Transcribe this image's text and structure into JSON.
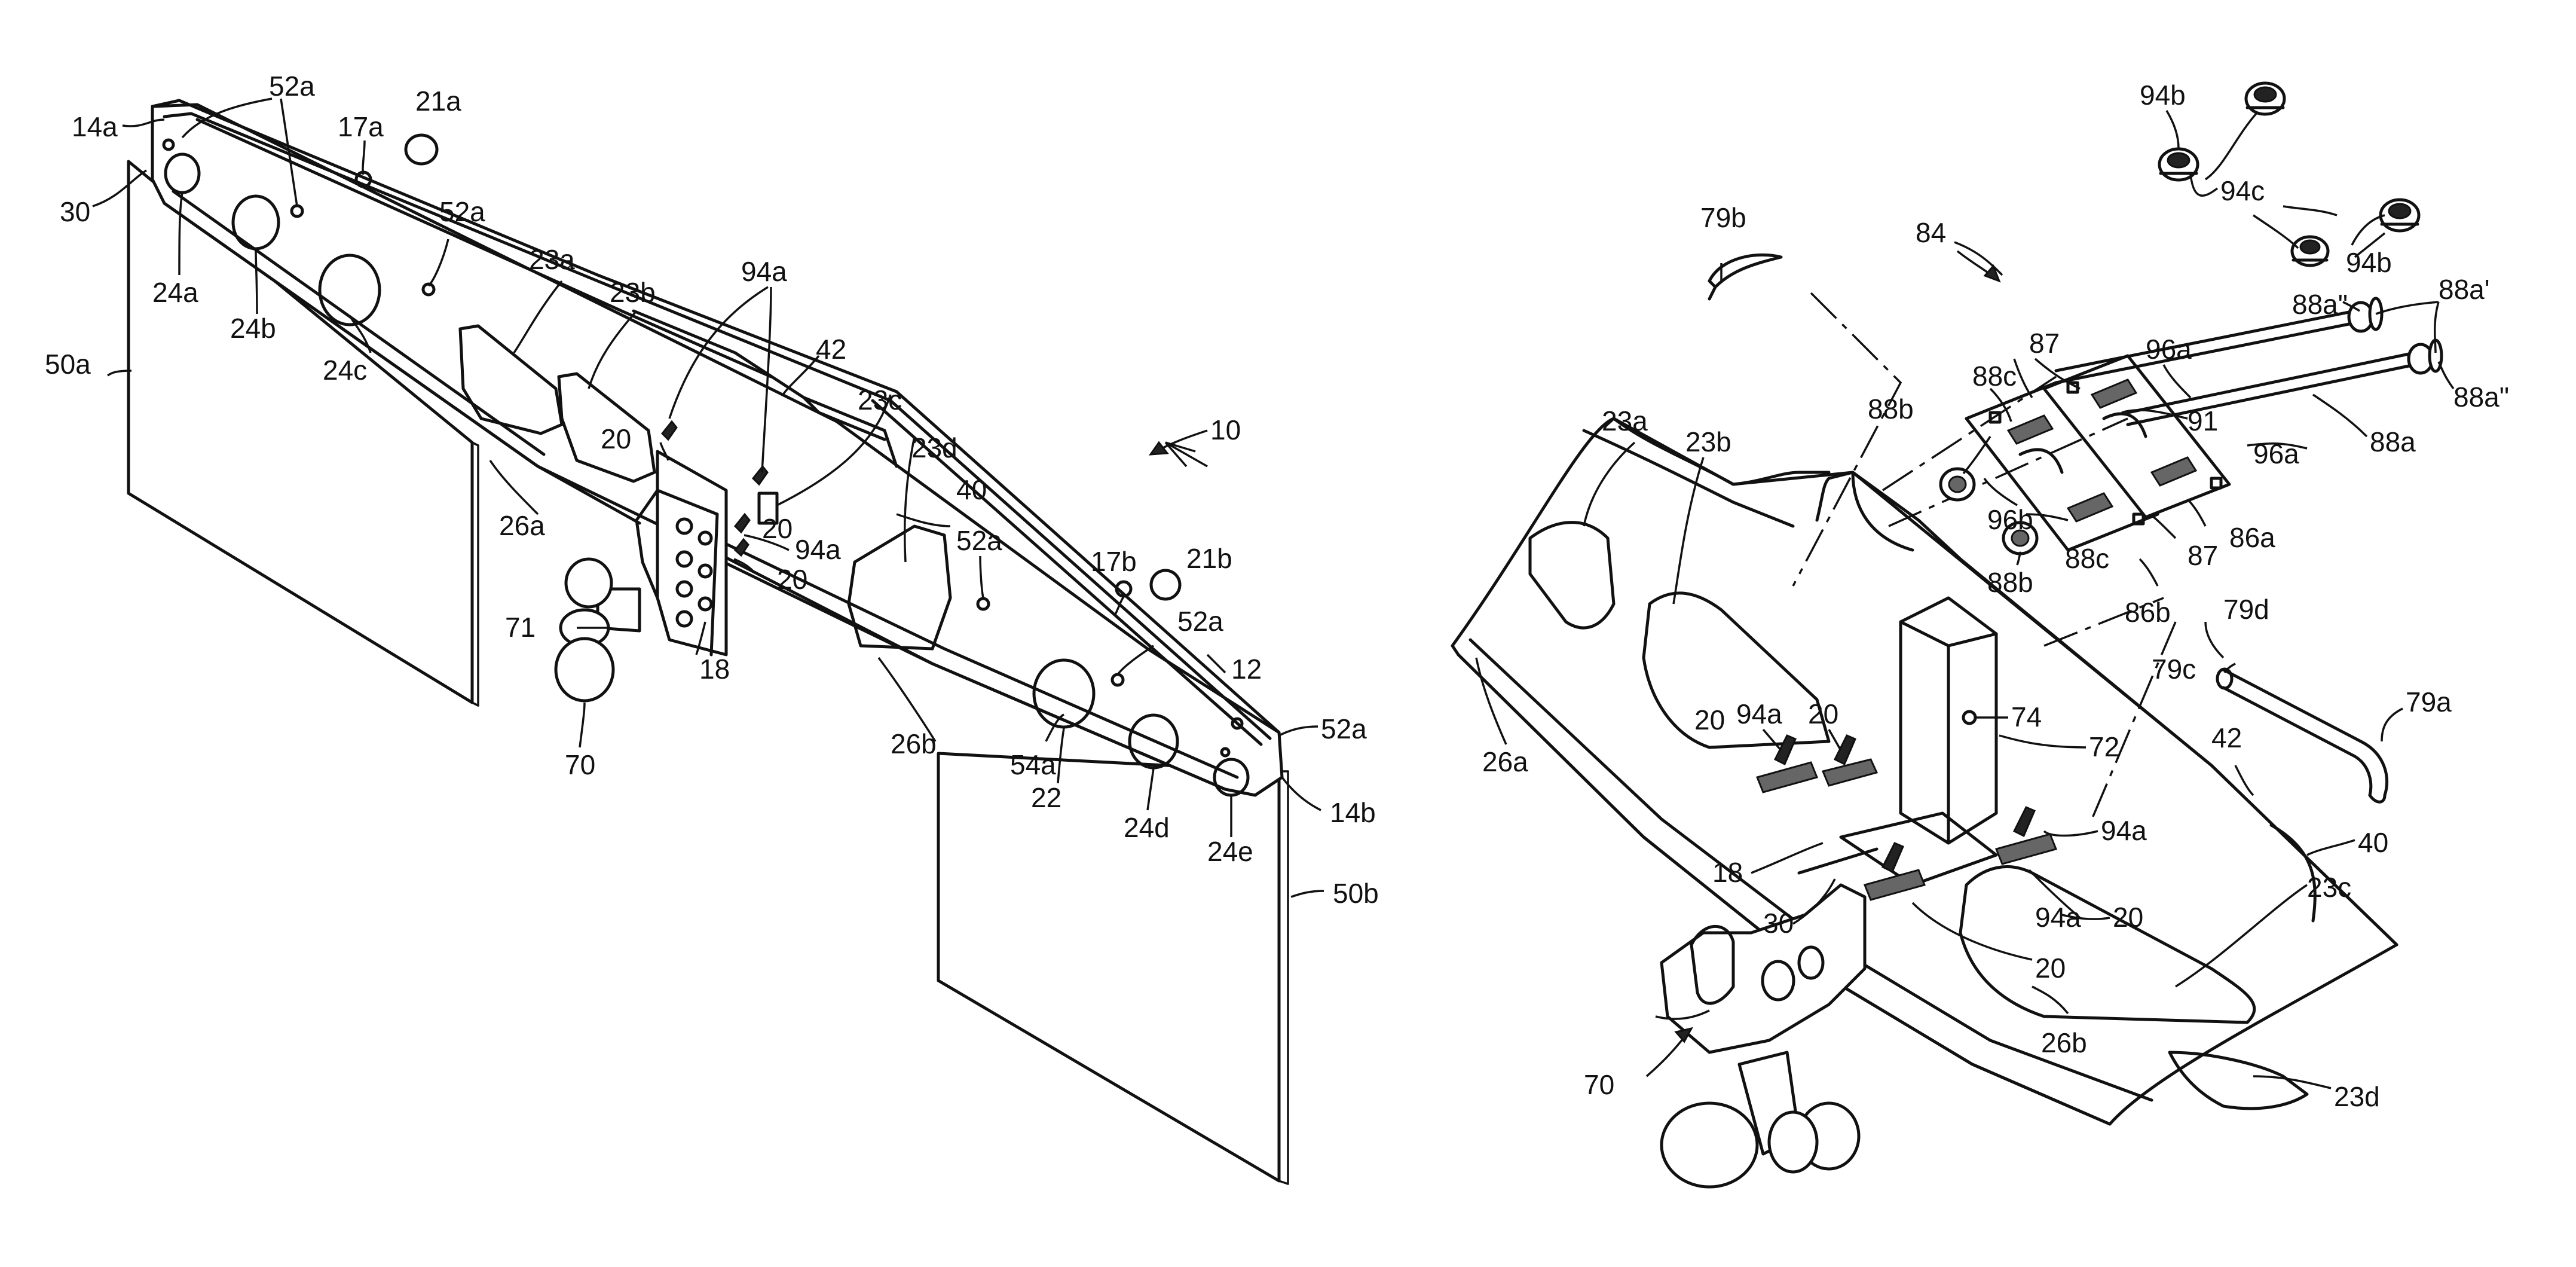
{
  "labels": {
    "l14a": "14a",
    "l52a_1": "52a",
    "l17a": "17a",
    "l21a": "21a",
    "l30_left": "30",
    "l24a": "24a",
    "l24b": "24b",
    "l24c": "24c",
    "l52a_2": "52a",
    "l23a_left": "23a",
    "l23b_left": "23b",
    "l94a_left_top": "94a",
    "l42_left": "42",
    "l23c_left": "23c",
    "l50a": "50a",
    "l20_left_1": "20",
    "l26a_left": "26a",
    "l23d_left": "23d",
    "l40_left": "40",
    "l10": "10",
    "l20_left_2": "20",
    "l94a_left_2": "94a",
    "l20_left_3": "20",
    "l52a_3": "52a",
    "l17b": "17b",
    "l21b": "21b",
    "l71": "71",
    "l18_left": "18",
    "l52a_4": "52a",
    "l12": "12",
    "l70_left": "70",
    "l26b_left": "26b",
    "l54a": "54a",
    "l52a_5": "52a",
    "l22": "22",
    "l24d": "24d",
    "l24e": "24e",
    "l14b": "14b",
    "l50b": "50b",
    "l94b_1": "94b",
    "l79b": "79b",
    "l84": "84",
    "l94c": "94c",
    "l94b_2": "94b",
    "l87_top": "87",
    "l88a2_top": "88a\"",
    "l88a1": "88a'",
    "l96a_top": "96a",
    "l88b_top": "88b",
    "l88c_top": "88c",
    "l91": "91",
    "l88a2_right": "88a\"",
    "l88a": "88a",
    "l96a_mid": "96a",
    "l23a_right": "23a",
    "l23b_right": "23b",
    "l96b": "96b",
    "l88c_bottom": "88c",
    "l87_bottom": "87",
    "l86a": "86a",
    "l88b_bottom": "88b",
    "l86b": "86b",
    "l79d": "79d",
    "l79c": "79c",
    "l79a": "79a",
    "l74": "74",
    "l94a_r1": "94a",
    "l20_r1": "20",
    "l20_r2": "20",
    "l72": "72",
    "l42_right": "42",
    "l26a_right": "26a",
    "l94a_r2": "94a",
    "l40_right": "40",
    "l18_right": "18",
    "l30_right": "30",
    "l94a_r3": "94a",
    "l20_r3": "20",
    "l23c_right": "23c",
    "l20_r4": "20",
    "l70_right": "70",
    "l26b_right": "26b",
    "l23d_right": "23d"
  }
}
